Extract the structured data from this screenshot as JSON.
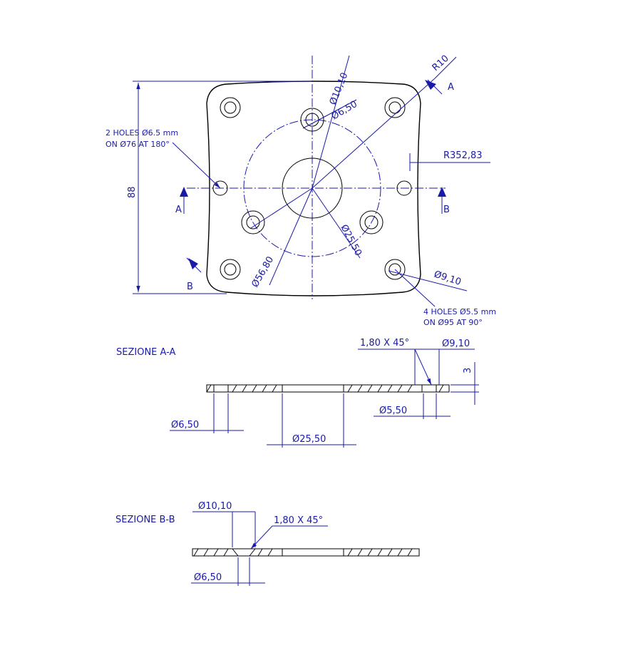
{
  "plan": {
    "hole_dia_top": "Ø10,10",
    "hole_dia_top_inner": "Ø6,50",
    "radius_corner": "R10",
    "radius_side": "R352,83",
    "height": "88",
    "note_2_holes_line1": "2 HOLES Ø6.5 mm",
    "note_2_holes_line2": "ON Ø76 AT 180°",
    "center_dia": "Ø25,50",
    "bolt_circle": "Ø56,80",
    "corner_hole_dia": "Ø9,10",
    "note_4_holes_line1": "4 HOLES Ø5.5 mm",
    "note_4_holes_line2": "ON Ø95 AT 90°",
    "section_a_top": "A",
    "section_a_left": "A",
    "section_b_right": "B",
    "section_b_bottom": "B"
  },
  "section_aa": {
    "title": "SEZIONE A-A",
    "chamfer": "1,80 X 45°",
    "counterbore": "Ø9,10",
    "thickness": "3",
    "hole_small": "Ø5,50",
    "hole_side": "Ø6,50",
    "center_hole": "Ø25,50"
  },
  "section_bb": {
    "title": "SEZIONE B-B",
    "counterbore": "Ø10,10",
    "chamfer": "1,80 X 45°",
    "hole": "Ø6,50"
  }
}
